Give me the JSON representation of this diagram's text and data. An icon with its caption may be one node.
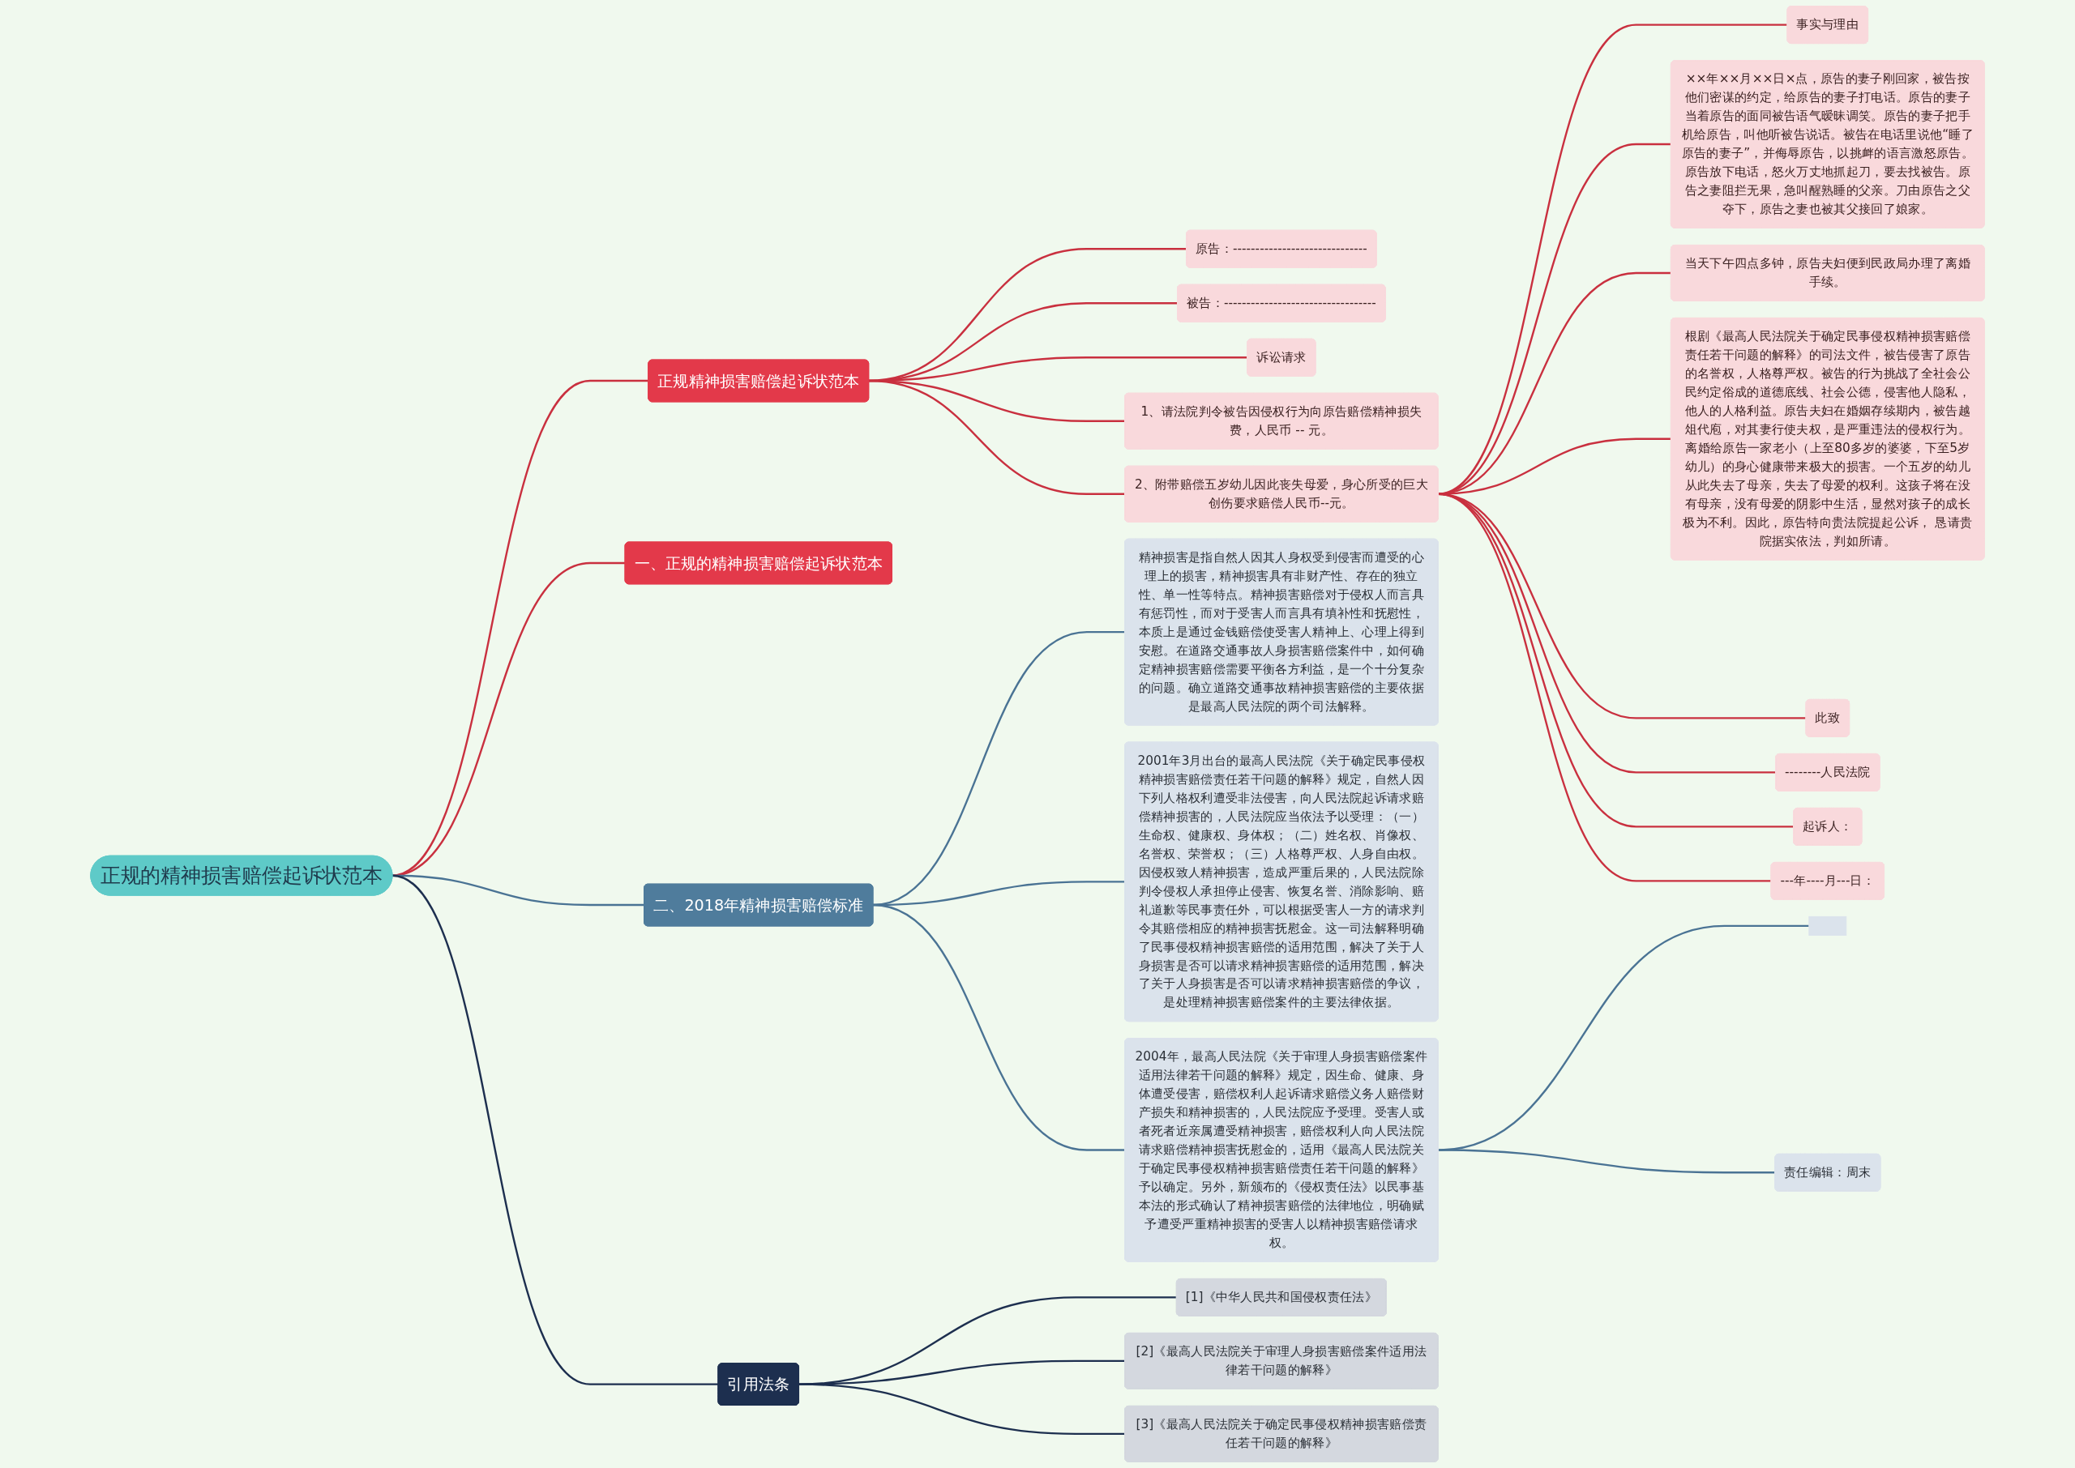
{
  "diagram": {
    "nodes": [
      {
        "text": [
          "正规的精神损害赔偿起诉状范本"
        ]
      },
      {
        "text": [
          "正规精神损害赔偿起诉状范本"
        ]
      },
      {
        "text": [
          "原告：------------------------------"
        ]
      },
      {
        "text": [
          "被告：----------------------------------"
        ]
      },
      {
        "text": [
          "诉讼请求"
        ]
      },
      {
        "text": [
          "1、请法院判令被告因侵权行为向原告赔偿精神损失费，人民币 -- 元。"
        ]
      },
      {
        "text": [
          "2、附带赔偿五岁幼儿因此丧失母爱，身心所受的巨大创伤要求赔偿人民币--元。"
        ]
      },
      {
        "text": [
          "事实与理由"
        ]
      },
      {
        "text": [
          "××年××月××日×点，原告的妻子刚回家，被告按他们密谋的约定，给原告的妻子打电话。原告的妻子当着原告的面同被告语气暧昧调笑。原告的妻子把手机给原告，叫他听被告说话。被告在电话里说他“睡了原告的妻子”，并侮辱原告，以挑衅的语言激怒原告。原告放下电话，怒火万丈地抓起刀，要去找被告。原告之妻阻拦无果，急叫醒熟睡的父亲。刀由原告之父夺下，原告之妻也被其父接回了娘家。"
        ]
      },
      {
        "text": [
          "当天下午四点多钟，原告夫妇便到民政局办理了离婚手续。"
        ]
      },
      {
        "text": [
          "根剧《最高人民法院关于确定民事侵权精神损害赔偿责任若干问题的解释》的司法文件，被告侵害了原告的名誉权，人格尊严权。被告的行为挑战了全社会公民约定俗成的道德底线、社会公德，侵害他人隐私，他人的人格利益。原告夫妇在婚姻存续期内，被告越俎代庖，对其妻行使夫权，是严重违法的侵权行为。离婚给原告一家老小（上至80多岁的婆婆，下至5岁幼儿）的身心健康带来极大的损害。一个五岁的幼儿从此失去了母亲，失去了母爱的权利。这孩子将在没有母亲，没有母爱的阴影中生活，显然对孩子的成长极为不利。因此，原告特向贵法院提起公诉， 恳请贵院据实依法，判如所请。"
        ]
      },
      {
        "text": [
          "此致"
        ]
      },
      {
        "text": [
          "--------人民法院"
        ]
      },
      {
        "text": [
          "起诉人："
        ]
      },
      {
        "text": [
          "---年----月---日："
        ]
      },
      {
        "text": [
          "一、正规的精神损害赔偿起诉状范本"
        ]
      },
      {
        "text": [
          "二、2018年精神损害赔偿标准"
        ]
      },
      {
        "text": [
          "精神损害是指自然人因其人身权受到侵害而遭受的心理上的损害，精神损害具有非财产性、存在的独立性、单一性等特点。精神损害赔偿对于侵权人而言具有惩罚性，而对于受害人而言具有填补性和抚慰性，本质上是通过金钱赔偿使受害人精神上、心理上得到安慰。在道路交通事故人身损害赔偿案件中，如何确定精神损害赔偿需要平衡各方利益，是一个十分复杂的问题。确立道路交通事故精神损害赔偿的主要依据是最高人民法院的两个司法解释。"
        ]
      },
      {
        "text": [
          "2001年3月出台的最高人民法院《关于确定民事侵权精神损害赔偿责任若干问题的解释》规定，自然人因下列人格权利遭受非法侵害，向人民法院起诉请求赔偿精神损害的，人民法院应当依法予以受理：（一）生命权、健康权、身体权；（二）姓名权、肖像权、名誉权、荣誉权；（三）人格尊严权、人身自由权。因侵权致人精神损害，造成严重后果的，人民法院除判令侵权人承担停止侵害、恢复名誉、消除影响、赔礼道歉等民事责任外，可以根据受害人一方的请求判令其赔偿相应的精神损害抚慰金。这一司法解释明确了民事侵权精神损害赔偿的适用范围，解决了关于人身损害是否可以请求精神损害赔偿的适用范围，解决了关于人身损害是否可以请求精神损害赔偿的争议，是处理精神损害赔偿案件的主要法律依据。"
        ]
      },
      {
        "text": [
          "2004年，最高人民法院《关于审理人身损害赔偿案件适用法律若干问题的解释》规定，因生命、健康、身体遭受侵害，赔偿权利人起诉请求赔偿义务人赔偿财产损失和精神损害的，人民法院应予受理。受害人或者死者近亲属遭受精神损害，赔偿权利人向人民法院请求赔偿精神损害抚慰金的，适用《最高人民法院关于确定民事侵权精神损害赔偿责任若干问题的解释》予以确定。另外，新颁布的《侵权责任法》以民事基本法的形式确认了精神损害赔偿的法律地位，明确赋予遭受严重精神损害的受害人以精神损害赔偿请求权。"
        ]
      },
      {
        "text": [],
        "shape": "box"
      },
      {
        "text": [
          "责任编辑：周末"
        ]
      },
      {
        "text": [
          "引用法条"
        ]
      },
      {
        "text": [
          "[1]《中华人民共和国侵权责任法》"
        ]
      },
      {
        "text": [
          "[2]《最高人民法院关于审理人身损害赔偿案件适用法律若干问题的解释》"
        ]
      },
      {
        "text": [
          "[3]《最高人民法院关于确定民事侵权精神损害赔偿责任若干问题的解释》"
        ]
      }
    ],
    "edges": [
      {
        "from": 0,
        "to": 1,
        "arrow": "none"
      },
      {
        "from": 1,
        "to": 2,
        "arrow": "none"
      },
      {
        "from": 1,
        "to": 3,
        "arrow": "none"
      },
      {
        "from": 1,
        "to": 4,
        "arrow": "none"
      },
      {
        "from": 1,
        "to": 5,
        "arrow": "none"
      },
      {
        "from": 1,
        "to": 6,
        "arrow": "none"
      },
      {
        "from": 6,
        "to": 7,
        "arrow": "none"
      },
      {
        "from": 6,
        "to": 8,
        "arrow": "none"
      },
      {
        "from": 6,
        "to": 9,
        "arrow": "none"
      },
      {
        "from": 6,
        "to": 10,
        "arrow": "none"
      },
      {
        "from": 6,
        "to": 11,
        "arrow": "none"
      },
      {
        "from": 6,
        "to": 12,
        "arrow": "none"
      },
      {
        "from": 6,
        "to": 13,
        "arrow": "none"
      },
      {
        "from": 6,
        "to": 14,
        "arrow": "none"
      },
      {
        "from": 0,
        "to": 15,
        "arrow": "none"
      },
      {
        "from": 0,
        "to": 16,
        "arrow": "none",
        "color": "#4a7394"
      },
      {
        "from": 16,
        "to": 17,
        "arrow": "none",
        "color": "#4a7394"
      },
      {
        "from": 16,
        "to": 18,
        "arrow": "none",
        "color": "#4a7394"
      },
      {
        "from": 16,
        "to": 19,
        "arrow": "none",
        "color": "#4a7394"
      },
      {
        "from": 19,
        "to": 20,
        "arrow": "none",
        "color": "#4a7394"
      },
      {
        "from": 19,
        "to": 21,
        "arrow": "none",
        "color": "#4a7394"
      },
      {
        "from": 0,
        "to": 22,
        "arrow": "none",
        "color": "#1d2f4f"
      },
      {
        "from": 22,
        "to": 23,
        "arrow": "none",
        "color": "#1d2f4f"
      },
      {
        "from": 22,
        "to": 24,
        "arrow": "none",
        "color": "#1d2f4f"
      },
      {
        "from": 22,
        "to": 25,
        "arrow": "none",
        "color": "#1d2f4f"
      }
    ]
  }
}
